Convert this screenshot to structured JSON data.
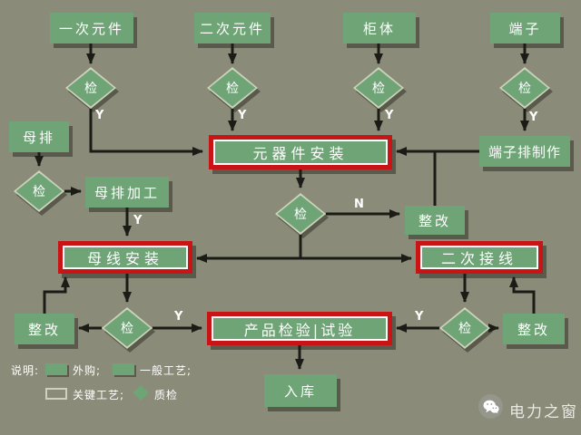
{
  "colors": {
    "background": "#8a8b79",
    "green": "#6fa476",
    "red": "#c81414",
    "arrow": "#1c1c16"
  },
  "nodes": {
    "primary_parts": "一次元件",
    "secondary_parts": "二次元件",
    "cabinet": "柜体",
    "terminal": "端子",
    "busbar": "母排",
    "busbar_machining": "母排加工",
    "terminal_strip_fabrication": "端子排制作",
    "component_installation": "元器件安装",
    "busbar_installation": "母线安装",
    "secondary_wiring": "二次接线",
    "product_inspection_test": "产品检验|试验",
    "warehouse_in": "入库",
    "rework": "整改",
    "inspection": "检"
  },
  "edge_labels": {
    "yes": "Y",
    "no": "N"
  },
  "legend": {
    "title": "说明:",
    "outsourced": "外购;",
    "general_process": "一般工艺;",
    "key_process": "关键工艺;",
    "quality_check": "质检"
  },
  "watermark": {
    "name": "电力之窗"
  }
}
